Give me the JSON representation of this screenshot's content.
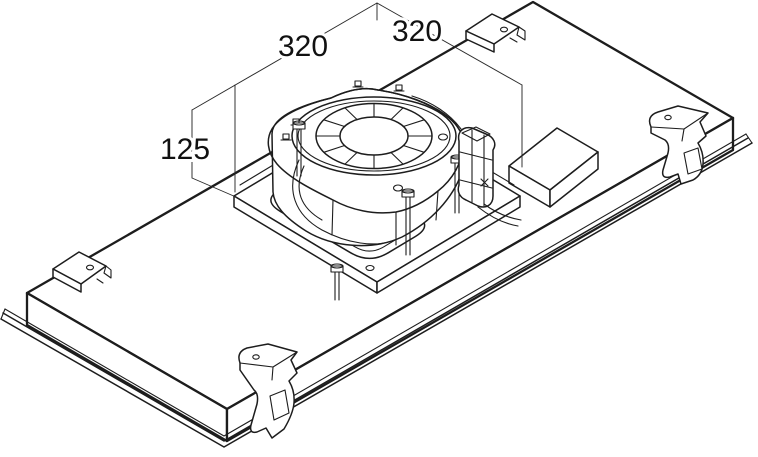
{
  "drawing": {
    "background": "#ffffff",
    "line_color": "#1d1d1d",
    "text_color": "#111111",
    "labels": {
      "dim_left": "320",
      "dim_right": "320",
      "dim_height": "125"
    }
  }
}
